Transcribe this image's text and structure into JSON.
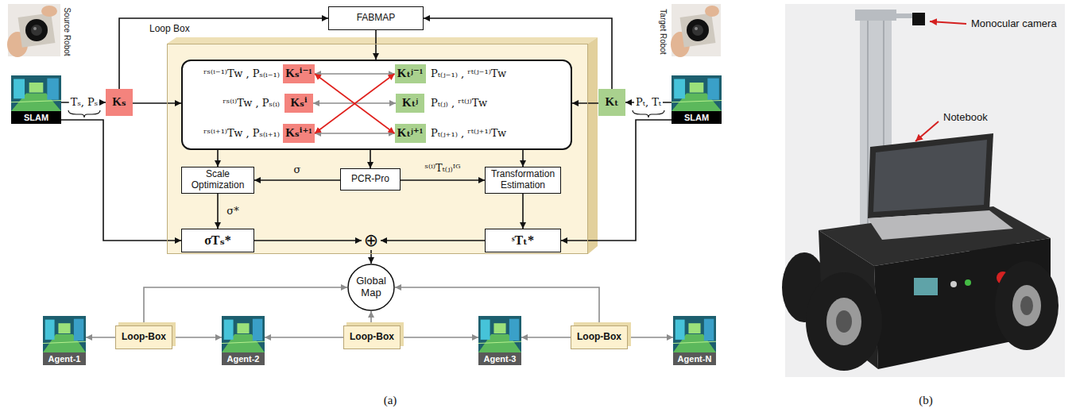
{
  "diagram": {
    "nodes": [
      {
        "text": [
          "SLAM"
        ]
      },
      {
        "text": [
          "Kₛ"
        ]
      },
      {
        "text": [
          "FABMAP"
        ]
      },
      {
        "text": [
          "Loop Box"
        ]
      },
      {
        "text": [
          "ʳˢ⁽ⁱ⁻¹⁾Tw , Pₛ₍ᵢ₋₁₎",
          "ʳˢ⁽ⁱ⁾Tw , Pₛ₍ᵢ₎",
          "ʳˢ⁽ⁱ⁺¹⁾Tw , Pₛ₍ᵢ₊₁₎",
          "Pₜ₍ⱼ₋₁₎ , ʳᵗ⁽ʲ⁻¹⁾Tw",
          "Pₜ₍ⱼ₎ , ʳᵗ⁽ʲ⁾Tw",
          "Pₜ₍ⱼ₊₁₎ , ʳᵗ⁽ʲ⁺¹⁾Tw"
        ],
        "in": 3
      },
      {
        "text": [
          "Kₛⁱ⁻¹"
        ],
        "in": 4
      },
      {
        "text": [
          "Kₛⁱ"
        ],
        "in": 4
      },
      {
        "text": [
          "Kₛⁱ⁺¹"
        ],
        "in": 4
      },
      {
        "text": [
          "Kₜʲ⁻¹"
        ],
        "in": 4
      },
      {
        "text": [
          "Kₜʲ"
        ],
        "in": 4
      },
      {
        "text": [
          "Kₜʲ⁺¹"
        ],
        "in": 4
      },
      {
        "text": [
          "Scale Optimization"
        ],
        "in": 3
      },
      {
        "text": [
          "PCR-Pro"
        ],
        "in": 3
      },
      {
        "text": [
          "Transformation Estimation"
        ],
        "in": 3
      },
      {
        "text": [
          "σTₛ*"
        ],
        "in": 3
      },
      {
        "text": [
          "⊕"
        ],
        "in": 3
      },
      {
        "text": [
          "ˢTₜ*"
        ],
        "in": 3
      },
      {
        "text": [
          "Kₜ"
        ]
      },
      {
        "text": [
          "SLAM"
        ]
      },
      {
        "text": [
          "Global Map"
        ]
      },
      {
        "text": [
          "Agent-1"
        ]
      },
      {
        "text": [
          "Loop-Box"
        ]
      },
      {
        "text": [
          "Agent-2"
        ]
      },
      {
        "text": [
          "Loop-Box"
        ]
      },
      {
        "text": [
          "Agent-3"
        ]
      },
      {
        "text": [
          "Loop-Box"
        ]
      },
      {
        "text": [
          "Agent-N"
        ]
      }
    ],
    "edges": [
      {
        "from": 0,
        "to": 1,
        "arrow": "to",
        "label": "Tₛ, Pₛ"
      },
      {
        "from": 0,
        "to": 14,
        "arrow": "to"
      },
      {
        "from": 1,
        "to": 2,
        "arrow": "to"
      },
      {
        "from": 1,
        "to": 4,
        "arrow": "to"
      },
      {
        "from": 17,
        "to": 2,
        "arrow": "to"
      },
      {
        "from": 17,
        "to": 4,
        "arrow": "to"
      },
      {
        "from": 2,
        "to": 4,
        "arrow": "to"
      },
      {
        "from": 18,
        "to": 17,
        "arrow": "to",
        "label": "Pₜ, Tₜ"
      },
      {
        "from": 18,
        "to": 16,
        "arrow": "to"
      },
      {
        "from": 5,
        "to": 8,
        "arrow": "both"
      },
      {
        "from": 6,
        "to": 9,
        "arrow": "both"
      },
      {
        "from": 7,
        "to": 10,
        "arrow": "both"
      },
      {
        "from": 5,
        "to": 10,
        "arrow": "both"
      },
      {
        "from": 7,
        "to": 8,
        "arrow": "both"
      },
      {
        "from": 4,
        "to": 11,
        "arrow": "to"
      },
      {
        "from": 4,
        "to": 12,
        "arrow": "to"
      },
      {
        "from": 4,
        "to": 13,
        "arrow": "to"
      },
      {
        "from": 12,
        "to": 11,
        "arrow": "to",
        "label": "σ"
      },
      {
        "from": 12,
        "to": 13,
        "arrow": "to",
        "label": "ˢ⁽ⁱ⁾Tₜ₍ⱼ₎ᴵᴳ"
      },
      {
        "from": 11,
        "to": 14,
        "arrow": "to",
        "label": "σ*"
      },
      {
        "from": 13,
        "to": 16,
        "arrow": "to"
      },
      {
        "from": 14,
        "to": 15,
        "arrow": "to"
      },
      {
        "from": 16,
        "to": 15,
        "arrow": "to"
      },
      {
        "from": 15,
        "to": 19,
        "arrow": "to"
      },
      {
        "from": 21,
        "to": 20,
        "arrow": "to"
      },
      {
        "from": 21,
        "to": 22,
        "arrow": "to"
      },
      {
        "from": 21,
        "to": 19,
        "arrow": "to"
      },
      {
        "from": 23,
        "to": 22,
        "arrow": "to"
      },
      {
        "from": 23,
        "to": 24,
        "arrow": "to"
      },
      {
        "from": 23,
        "to": 19,
        "arrow": "to"
      },
      {
        "from": 25,
        "to": 24,
        "arrow": "to"
      },
      {
        "from": 25,
        "to": 26,
        "arrow": "to"
      },
      {
        "from": 25,
        "to": 19,
        "arrow": "to"
      }
    ],
    "labels": [
      "Source Robot",
      "Target Robot",
      "Monocular camera",
      "Notebook",
      "(a)",
      "(b)"
    ]
  }
}
